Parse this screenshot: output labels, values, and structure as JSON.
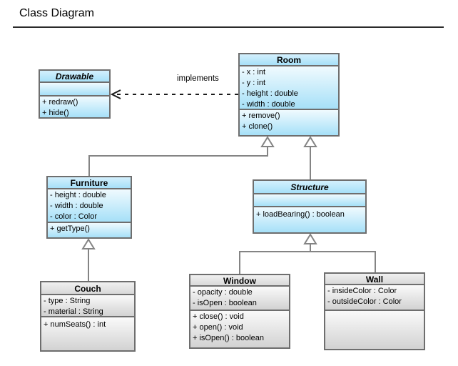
{
  "page": {
    "title": "Class Diagram"
  },
  "relationships": {
    "implements_label": "implements",
    "realization": [
      {
        "from": "Room",
        "to": "Drawable",
        "label": "implements",
        "style": "dashed-open-arrow"
      }
    ],
    "generalization": [
      {
        "from": "Furniture",
        "to": "Room"
      },
      {
        "from": "Structure",
        "to": "Room"
      },
      {
        "from": "Couch",
        "to": "Furniture"
      },
      {
        "from": "Window",
        "to": "Structure"
      },
      {
        "from": "Wall",
        "to": "Structure"
      }
    ]
  },
  "classes": [
    {
      "name": "Drawable",
      "style": "blue",
      "name_italic": true,
      "attributes": [],
      "methods": [
        "+ redraw()",
        "+ hide()"
      ]
    },
    {
      "name": "Room",
      "style": "blue",
      "name_italic": false,
      "attributes": [
        "- x : int",
        "- y : int",
        "- height : double",
        "- width : double"
      ],
      "methods": [
        "+ remove()",
        "+ clone()"
      ]
    },
    {
      "name": "Furniture",
      "style": "blue",
      "name_italic": false,
      "attributes": [
        "- height : double",
        "- width : double",
        "- color : Color"
      ],
      "methods": [
        "+ getType()"
      ]
    },
    {
      "name": "Structure",
      "style": "blue",
      "name_italic": true,
      "attributes": [],
      "methods": [
        "+ loadBearing() : boolean"
      ]
    },
    {
      "name": "Couch",
      "style": "gray",
      "name_italic": false,
      "attributes": [
        "- type : String",
        "- material : String"
      ],
      "methods": [
        "+ numSeats() : int"
      ]
    },
    {
      "name": "Window",
      "style": "gray",
      "name_italic": false,
      "attributes": [
        "- opacity : double",
        "- isOpen : boolean"
      ],
      "methods": [
        "+ close() : void",
        "+ open() : void",
        "+ isOpen() : boolean"
      ]
    },
    {
      "name": "Wall",
      "style": "gray",
      "name_italic": false,
      "attributes": [
        "- insideColor : Color",
        "- outsideColor : Color"
      ],
      "methods": []
    }
  ],
  "colors": {
    "blue-header-top": "#d3f0fd",
    "blue-header-bottom": "#a6e0f8",
    "blue-body-top": "#f0fafe",
    "blue-body-bottom": "#a6e0f8",
    "gray-header-top": "#f0f0f0",
    "gray-header-bottom": "#d9d9d9",
    "gray-body-top": "#fafafa",
    "gray-body-bottom": "#d2d2d2",
    "box-border": "#6e6e6e",
    "connector": "#848484",
    "dashed-arrow": "#1b1b1b",
    "text": "#000000"
  }
}
